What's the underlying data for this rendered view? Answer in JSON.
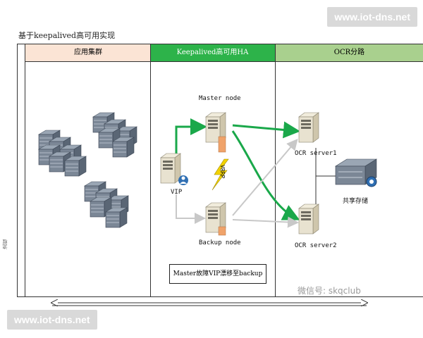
{
  "watermark_top": "www.iot-dns.net",
  "watermark_bottom": "www.iot-dns.net",
  "title": "基于keepalived高可用实现",
  "lanes": [
    {
      "label": "应用集群",
      "color": "#fbe4d5"
    },
    {
      "label": "Keepalived高可用HA",
      "color": "#2db34a"
    },
    {
      "label": "OCR分路",
      "color": "#a9d08e"
    }
  ],
  "side_label": "流程",
  "nodes": {
    "vip": "VIP",
    "master": "Master node",
    "backup": "Backup node",
    "ocr1": "OCR server1",
    "ocr2": "OCR server2",
    "storage": "共享存储"
  },
  "protocol_label": "VRRP",
  "note": "Master故障VIP漂移至backup",
  "wechat_label": "微信号: skqclub",
  "colors": {
    "green_arrow": "#1aa84a",
    "gray_arrow": "#c8c8c8",
    "server_body": "#e8e2d0"
  }
}
